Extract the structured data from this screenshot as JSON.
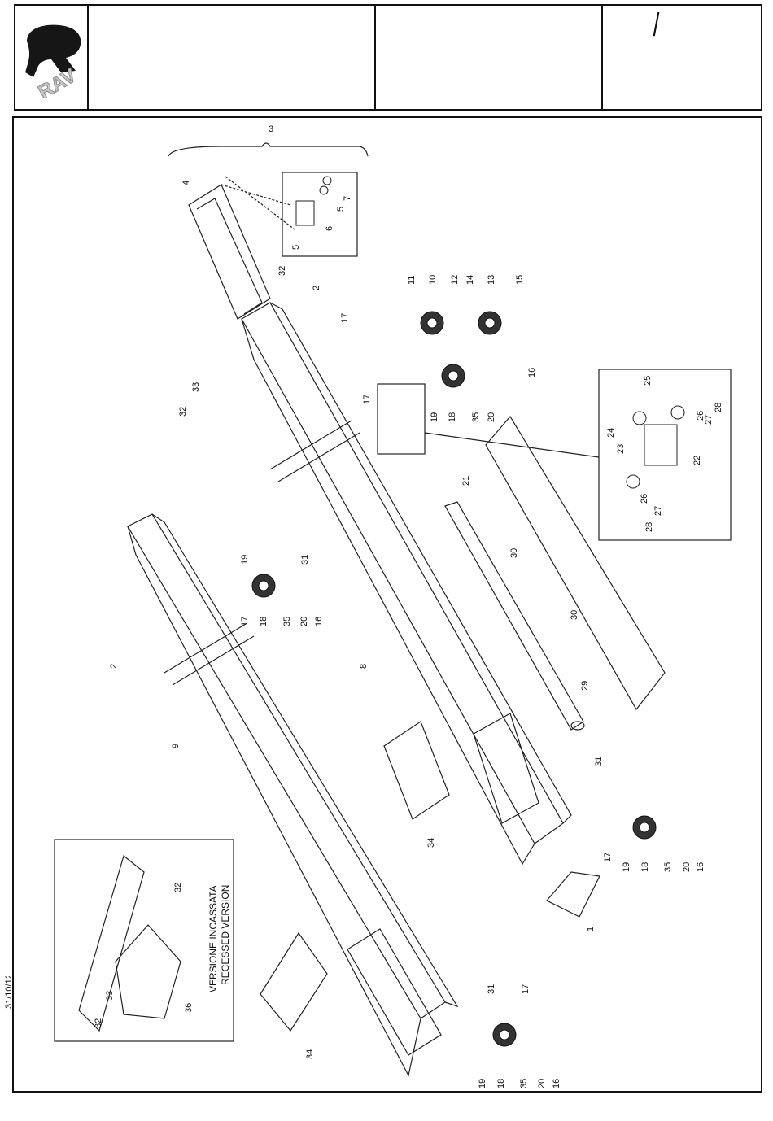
{
  "header": {
    "logo_text": "RAV",
    "slash": "/"
  },
  "date": "31/10/12",
  "inset_labels": [
    "VERSIONE INCASSATA",
    "RECESSED VERSION"
  ],
  "callouts": {
    "c1": "1",
    "c2a": "2",
    "c2b": "2",
    "c3": "3",
    "c4": "4",
    "c5a": "5",
    "c5b": "5",
    "c6": "6",
    "c7": "7",
    "c8": "8",
    "c9": "9",
    "c10": "10",
    "c11": "11",
    "c12": "12",
    "c13": "13",
    "c14": "14",
    "c15": "15",
    "c16a": "16",
    "c16b": "16",
    "c16c": "16",
    "c16d": "16",
    "c17a": "17",
    "c17b": "17",
    "c17c": "17",
    "c17d": "17",
    "c17e": "17",
    "c18a": "18",
    "c18b": "18",
    "c18c": "18",
    "c18d": "18",
    "c19a": "19",
    "c19b": "19",
    "c19c": "19",
    "c19d": "19",
    "c20a": "20",
    "c20b": "20",
    "c20c": "20",
    "c20d": "20",
    "c21": "21",
    "c22": "22",
    "c23": "23",
    "c24": "24",
    "c25": "25",
    "c26a": "26",
    "c26b": "26",
    "c27a": "27",
    "c27b": "27",
    "c28a": "28",
    "c28b": "28",
    "c29": "29",
    "c30a": "30",
    "c30b": "30",
    "c31a": "31",
    "c31b": "31",
    "c31c": "31",
    "c32a": "32",
    "c32b": "32",
    "c32c": "32",
    "c32d": "32",
    "c33a": "33",
    "c33b": "33",
    "c34a": "34",
    "c34b": "34",
    "c35a": "35",
    "c35b": "35",
    "c35c": "35",
    "c35d": "35",
    "c36": "36"
  }
}
